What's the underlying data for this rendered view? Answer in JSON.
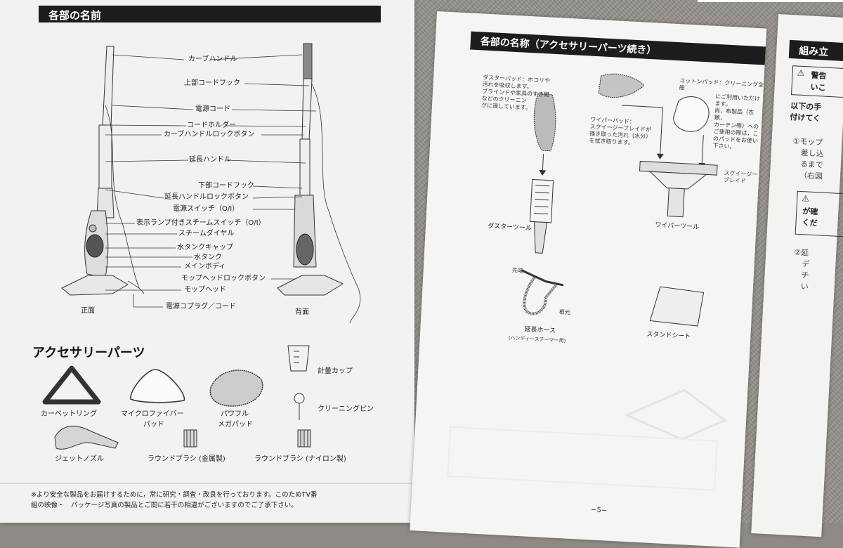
{
  "left_page": {
    "section_title": "各部の名前",
    "parts": [
      "カーブハンドル",
      "上部コードフック",
      "電源コード",
      "コードホルダー",
      "カーブハンドルロックボタン",
      "延長ハンドル",
      "下部コードフック",
      "延長ハンドルロックボタン",
      "電源スイッチ（O/I）",
      "表示ランプ付きスチームスイッチ（O/I）",
      "スチームダイヤル",
      "水タンクキャップ",
      "水タンク",
      "メインボディ",
      "モップヘッドロックボタン",
      "モップヘッド",
      "電源コプラグ／コード"
    ],
    "view_front": "正面",
    "view_back": "背面",
    "accessories_title": "アクセサリーパーツ",
    "accessories": {
      "carpet_ring": "カーペットリング",
      "microfiber_1": "マイクロファイバー",
      "microfiber_2": "パッド",
      "powerful_1": "パワフル",
      "powerful_2": "メガパッド",
      "measuring_cup": "計量カップ",
      "cleaning_pin": "クリーニングピン",
      "jet_nozzle": "ジェットノズル",
      "brush_metal": "ラウンドブラシ (金属製)",
      "brush_nylon": "ラウンドブラシ (ナイロン製)"
    },
    "footnote_1": "※より安全な製品をお届けするために，常に研究・調査・改良を行っております。このためTV番",
    "footnote_2": "組の映像・　パッケージ写真の製品とご間に若干の相違がございますのでご了承下さい。"
  },
  "middle_page": {
    "section_title": "各部の名称（アクセサリーパーツ続き）",
    "duster_pad_desc": [
      "ダスターパッド：ホコリや",
      "汚れを吸収します。",
      "ブラインドや家具のすき間",
      "などのクリーニン",
      "グに適しています。"
    ],
    "wiper_pad_desc": [
      "ワイパーパッド：",
      "スクイージーブレイドが",
      "掻き取った汚れ（水分）",
      "を拭き取ります。"
    ],
    "cotton_pad_desc": [
      "コットンパッド：クリーニング全般",
      "にご利用いただけ",
      "ます。",
      "尚，布製品（衣類，",
      "カーテン等）への",
      "ご使用の際は，こ",
      "のパッドをお使い",
      "下さい。"
    ],
    "squeegee_blade": "スクイージーブレイド",
    "duster_tool": "ダスターツール",
    "wiper_tool": "ワイパーツール",
    "hose_tip": "先端",
    "hose_base": "根元",
    "extension_hose": "延長ホース",
    "extension_hose_sub": "(ハンディースチーマー用)",
    "stand_sheet": "スタンドシート",
    "page_number": "−5−"
  },
  "right_page": {
    "section_title": "組み立",
    "warning_1": "警告",
    "warning_2": "いこ",
    "line_1": "以下の手",
    "line_2": "付けてく",
    "step1": [
      "①モップ",
      "差し込",
      "るまで",
      "（右図"
    ],
    "caution": [
      "が確",
      "くだ"
    ],
    "step2": [
      "②延",
      "デ",
      "チ",
      "い"
    ]
  }
}
